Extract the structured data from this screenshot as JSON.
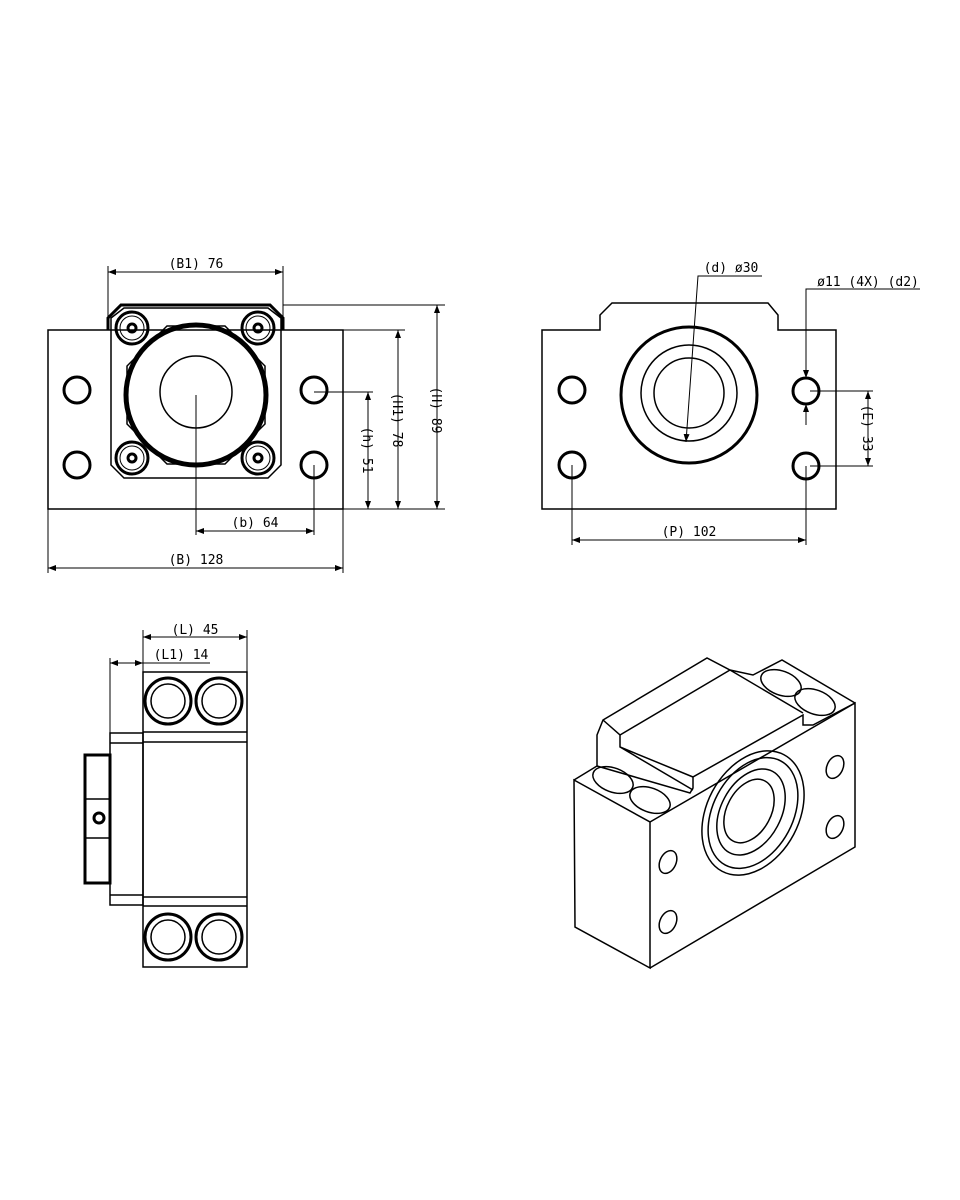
{
  "front_view": {
    "dim_B1": "(B1) 76",
    "dim_H": "(H) 89",
    "dim_H1": "(H1) 78",
    "dim_h": "(h) 51",
    "dim_b": "(b) 64",
    "dim_B": "(B) 128"
  },
  "rear_view": {
    "dim_d": "(d) ø30",
    "dim_d2": "ø11 (4X) (d2)",
    "dim_E": "(E) 33",
    "dim_P": "(P) 102"
  },
  "side_view": {
    "dim_L": "(L) 45",
    "dim_L1": "(L1) 14"
  }
}
